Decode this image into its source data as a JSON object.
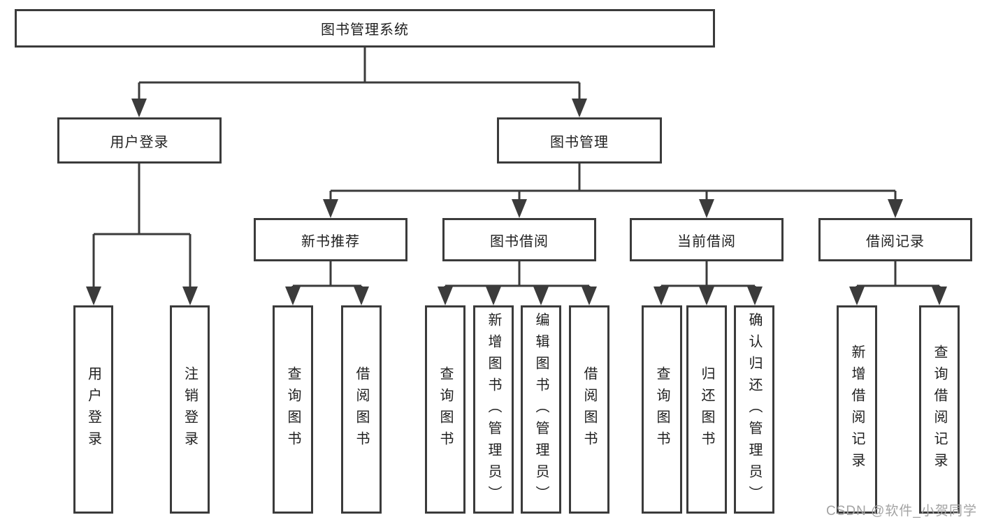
{
  "diagram": {
    "title": "图书管理系统",
    "user_login": {
      "label": "用户登录",
      "children": [
        "用户登录",
        "注销登录"
      ]
    },
    "book_management": {
      "label": "图书管理",
      "sections": [
        {
          "label": "新书推荐",
          "children": [
            "查询图书",
            "借阅图书"
          ]
        },
        {
          "label": "图书借阅",
          "children": [
            "查询图书",
            "新增图书（管理员）",
            "编辑图书（管理员）",
            "借阅图书"
          ]
        },
        {
          "label": "当前借阅",
          "children": [
            "查询图书",
            "归还图书",
            "确认归还（管理员）"
          ]
        },
        {
          "label": "借阅记录",
          "children": [
            "新增借阅记录",
            "查询借阅记录"
          ]
        }
      ]
    }
  },
  "watermark": "CSDN @软件_小贺同学",
  "colors": {
    "line": "#3b3b3b",
    "text": "#1f1f1f",
    "watermark": "#a3a3a3",
    "background": "#ffffff"
  }
}
